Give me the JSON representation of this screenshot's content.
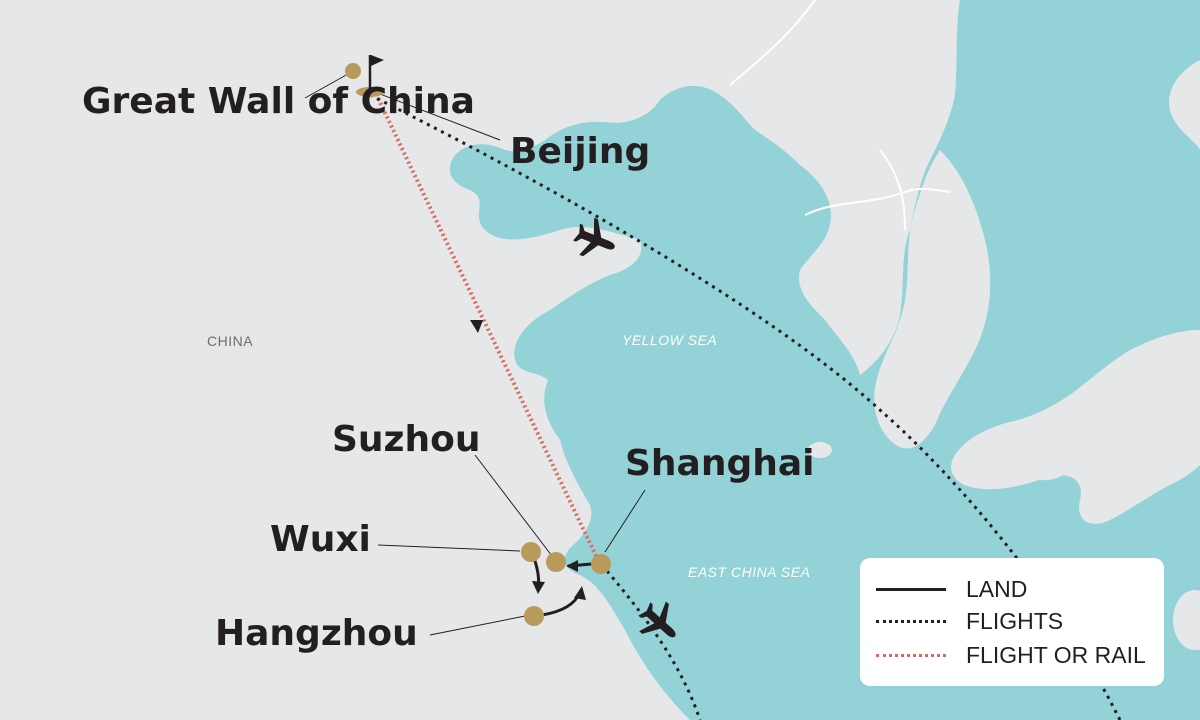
{
  "colors": {
    "land": "#e6e7e9",
    "sea": "#93d3d8",
    "border": "#ffffff",
    "stop": "#b89a5a",
    "flight": "#231f20",
    "rail": "#d9685e",
    "text": "#231f20",
    "region_text": "#6d6e71",
    "sea_text": "#ffffff"
  },
  "places": {
    "great_wall": "Great Wall of China",
    "beijing": "Beijing",
    "suzhou": "Suzhou",
    "wuxi": "Wuxi",
    "hangzhou": "Hangzhou",
    "shanghai": "Shanghai"
  },
  "regions": {
    "china": "CHINA",
    "yellow_sea": "YELLOW SEA",
    "east_china_sea": "EAST CHINA SEA"
  },
  "legend": {
    "land": "LAND",
    "flights": "FLIGHTS",
    "flight_or_rail": "FLIGHT OR RAIL"
  },
  "icons": {
    "flag": "flag-icon",
    "airplane": "airplane-icon"
  }
}
